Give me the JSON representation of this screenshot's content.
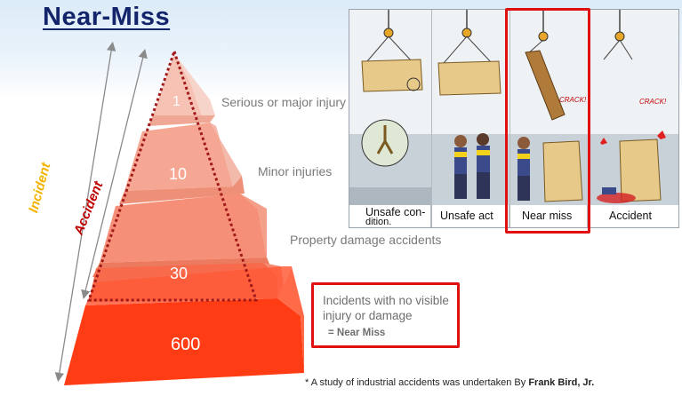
{
  "title": "Near-Miss",
  "pyramid": {
    "levels": [
      {
        "value": "1",
        "label": "Serious or major injury"
      },
      {
        "value": "10",
        "label": "Minor injuries"
      },
      {
        "value": "",
        "label": "Property damage accidents"
      },
      {
        "value": "30",
        "label": ""
      },
      {
        "value": "600",
        "label": ""
      }
    ],
    "diagonal_labels": {
      "incident": "Incident",
      "accident": "Accident"
    },
    "colors": {
      "outer_label": "#f2b400",
      "inner_label": "#c00000",
      "frame": "#a01818",
      "top": "#f8c7b8",
      "base": "#ff3c14"
    }
  },
  "callout": {
    "line1": "Incidents with no visible",
    "line2": "injury or damage",
    "line3": "= Near Miss",
    "border_color": "#e01010"
  },
  "footnote": {
    "text": "* A study of industrial accidents was undertaken By ",
    "author": "Frank Bird, Jr."
  },
  "comic": {
    "panels": [
      {
        "caption_line1": "Unsafe con-",
        "caption_line2": "dition."
      },
      {
        "caption_line1": "Unsafe act",
        "caption_line2": ""
      },
      {
        "caption_line1": "Near miss",
        "caption_line2": ""
      },
      {
        "caption_line1": "Accident",
        "caption_line2": ""
      }
    ],
    "sounds": [
      "CRACK!",
      "CRACK!"
    ],
    "highlight_color": "#e01010"
  }
}
